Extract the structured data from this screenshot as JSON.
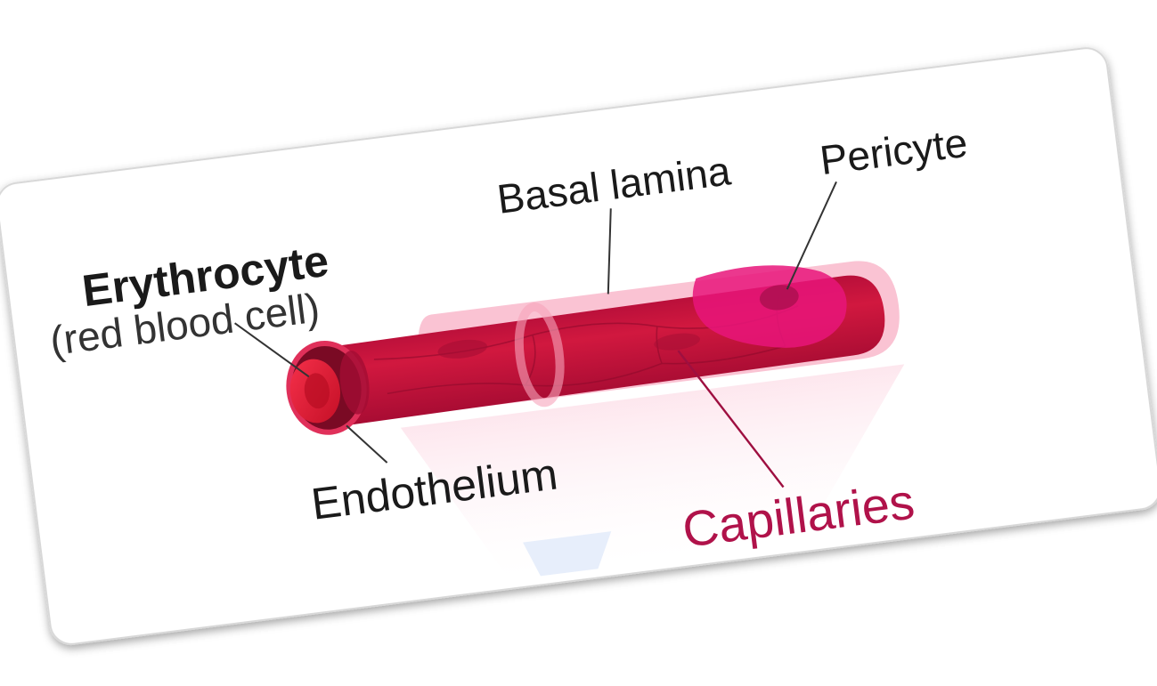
{
  "labels": {
    "erythrocyte": "Erythrocyte",
    "erythrocyte_sub": "(red blood cell)",
    "basal_lamina": "Basal lamina",
    "pericyte": "Pericyte",
    "endothelium": "Endothelium",
    "capillaries": "Capillaries"
  },
  "colors": {
    "card_background": "#ffffff",
    "vessel": "#c8103f",
    "vessel_dark": "#a00d34",
    "basal_lamina": "#f7a9bf",
    "pericyte": "#e8157a",
    "erythrocyte": "#e0162e",
    "capillaries_text": "#b0124a",
    "label_text": "#1a1a1a"
  }
}
